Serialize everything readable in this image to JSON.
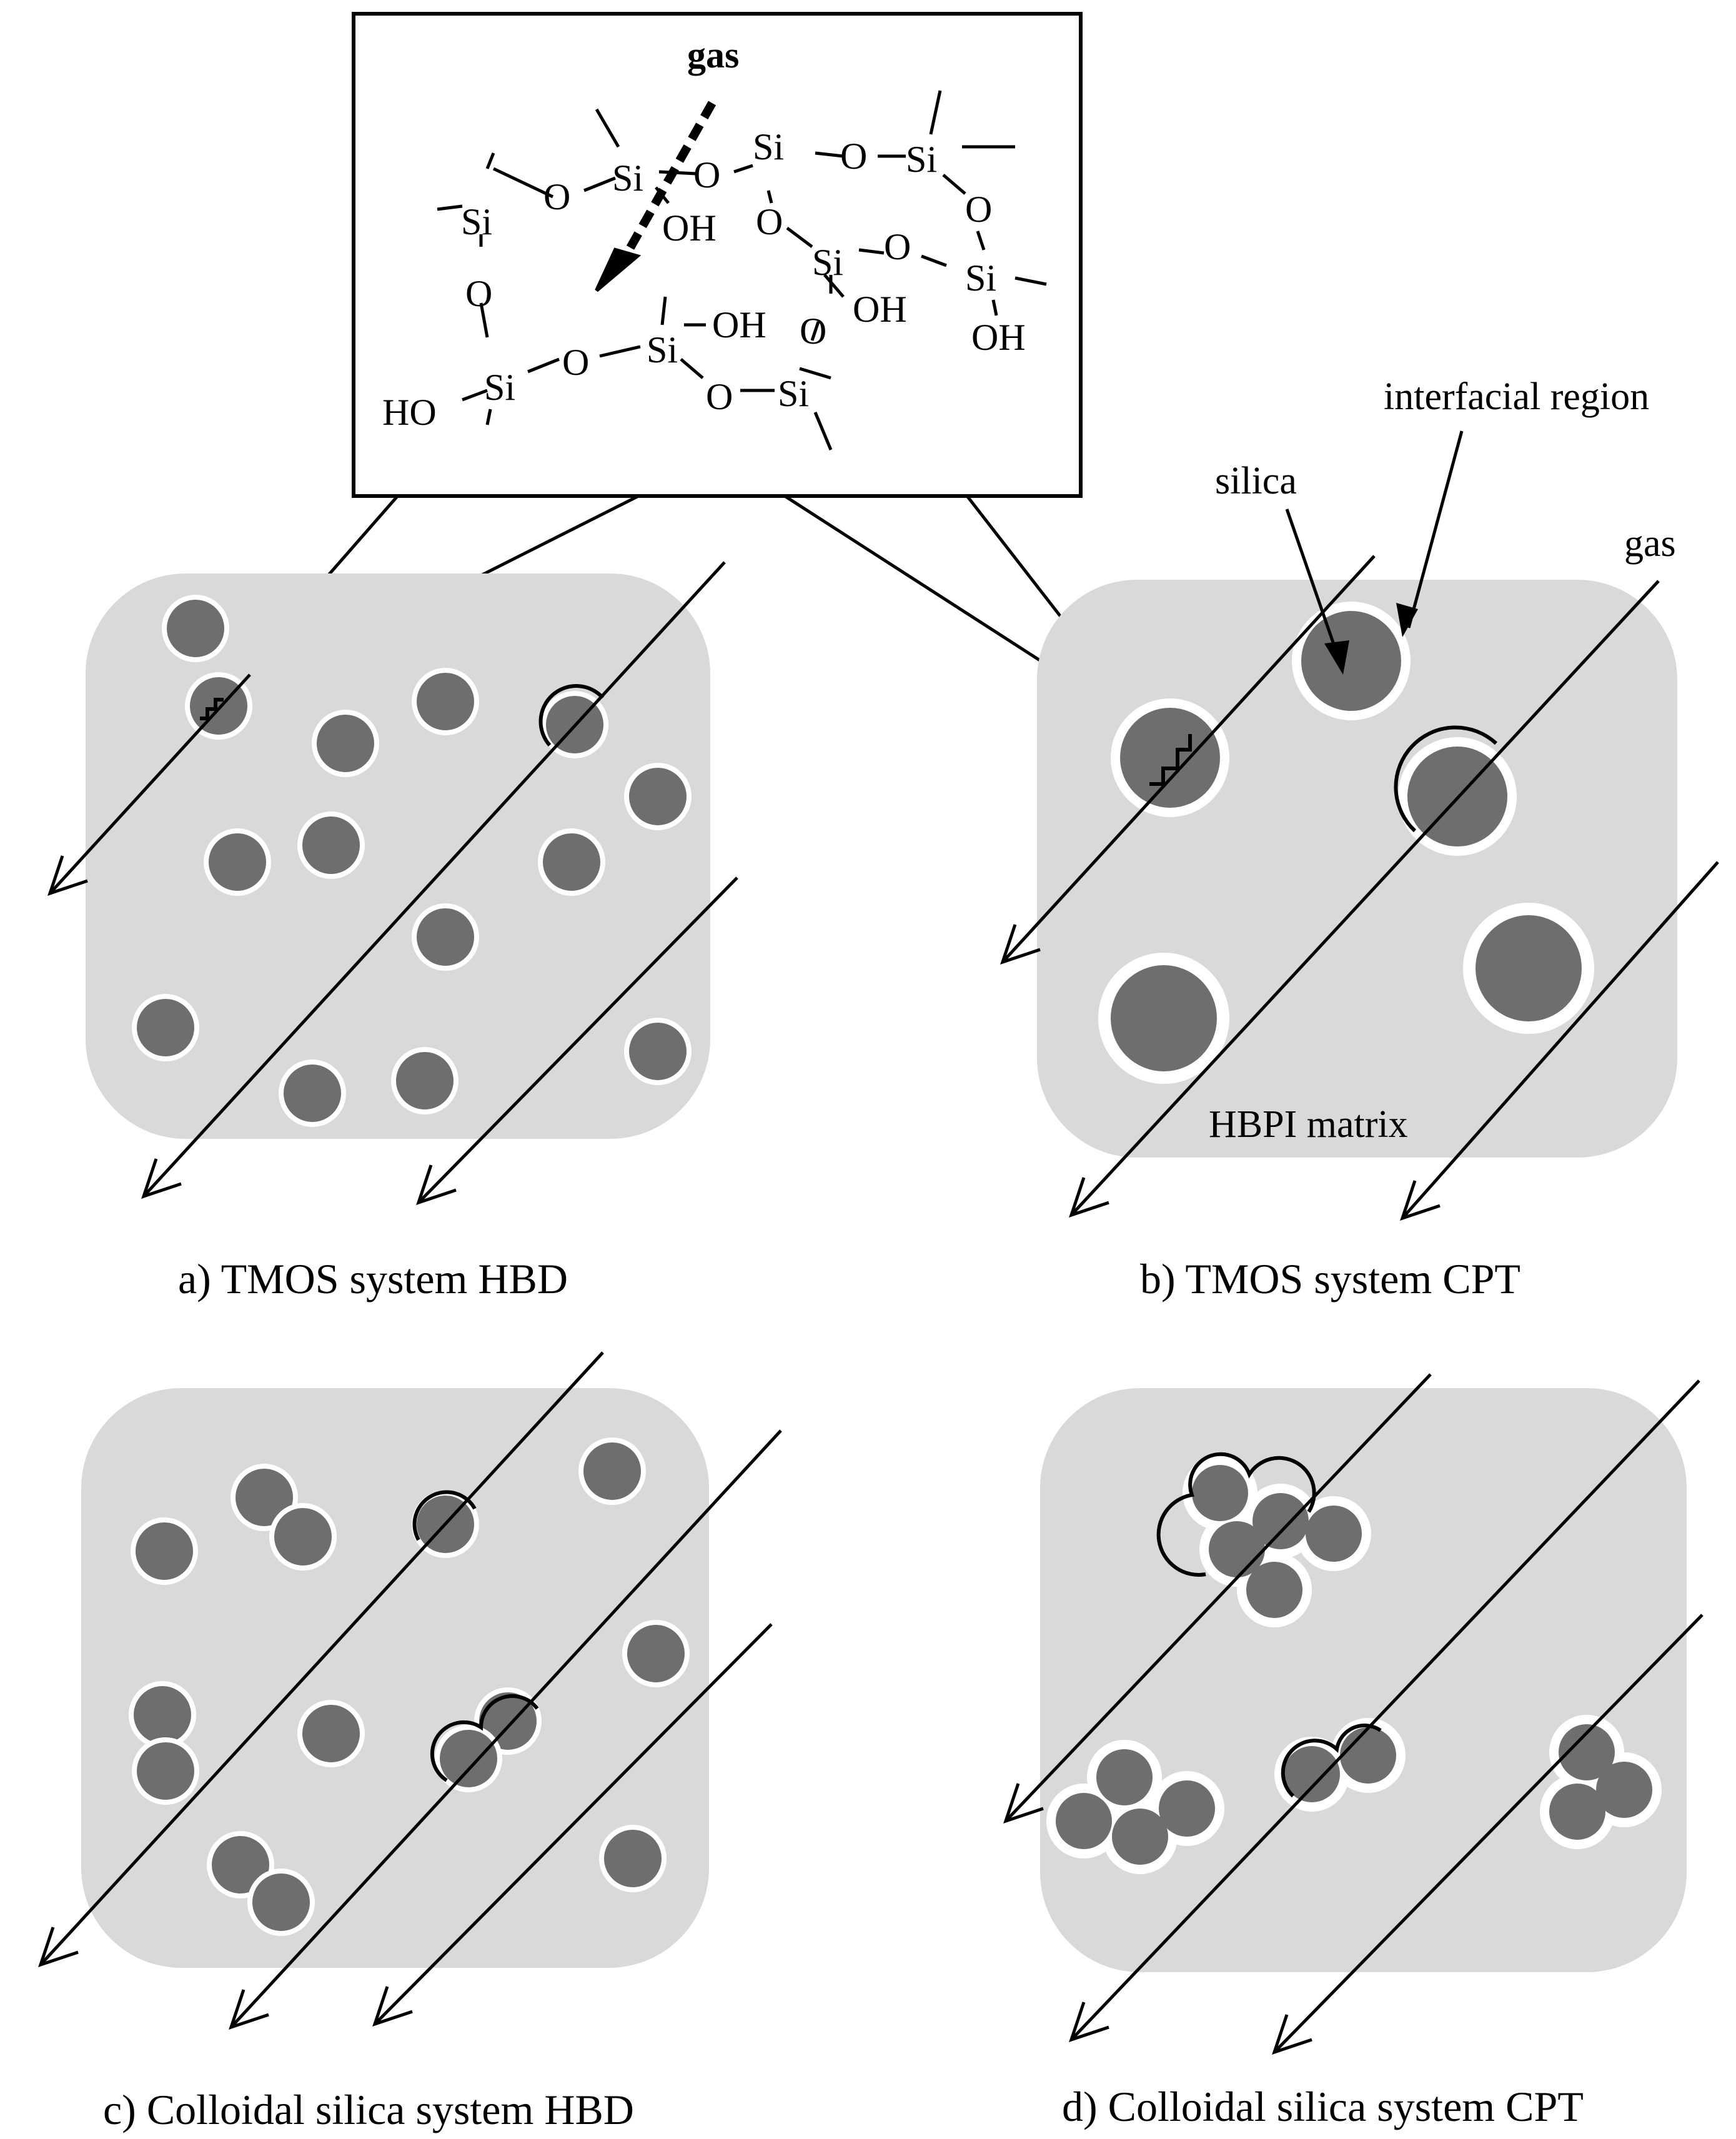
{
  "callout": {
    "gas": "gas",
    "atoms": {
      "si": "Si",
      "o": "O",
      "oh": "OH",
      "ho": "HO"
    }
  },
  "labels": {
    "interfacial_region": "interfacial region",
    "silica": "silica",
    "gas": "gas",
    "matrix": "HBPI matrix"
  },
  "panels": [
    {
      "caption": "a) TMOS system HBD"
    },
    {
      "caption": "b) TMOS system CPT"
    },
    {
      "caption": "c) Colloidal silica system HBD"
    },
    {
      "caption": "d) Colloidal silica system CPT"
    }
  ],
  "colors": {
    "matrix": "#d9d9d9",
    "silica": "#6e6e6e",
    "interfacial_region": "#ffffff"
  }
}
